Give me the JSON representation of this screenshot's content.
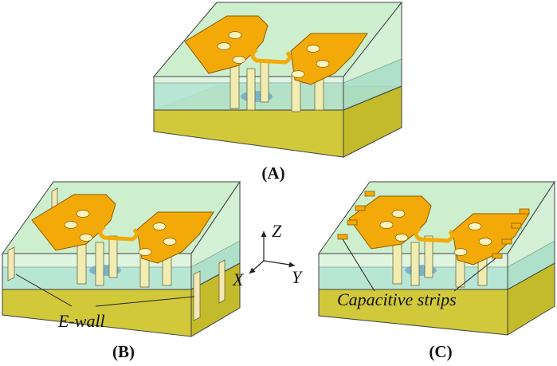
{
  "figure": {
    "panels": [
      {
        "id": "A",
        "label": "(A)"
      },
      {
        "id": "B",
        "label": "(B)",
        "annotation": "E-wall"
      },
      {
        "id": "C",
        "label": "(C)",
        "annotation": "Capacitive strips"
      }
    ],
    "axes": {
      "z": "Z",
      "x": "X",
      "y": "Y"
    }
  },
  "colors": {
    "dielectric": "#c4ecc6",
    "dielectric_light": "#d5f1d2",
    "water": "#9ad8e2",
    "ground": "#d2c93a",
    "ground_dark": "#b7ad22",
    "copper": "#f3aa08",
    "copper_edge": "#8a5a00",
    "pin": "#f0ecb2",
    "pin_edge": "#6e6a3c",
    "hole": "#fff3bf",
    "wall": "#f3e7b6",
    "edge": "#404040",
    "ground_spot": "#6aa9c8"
  }
}
